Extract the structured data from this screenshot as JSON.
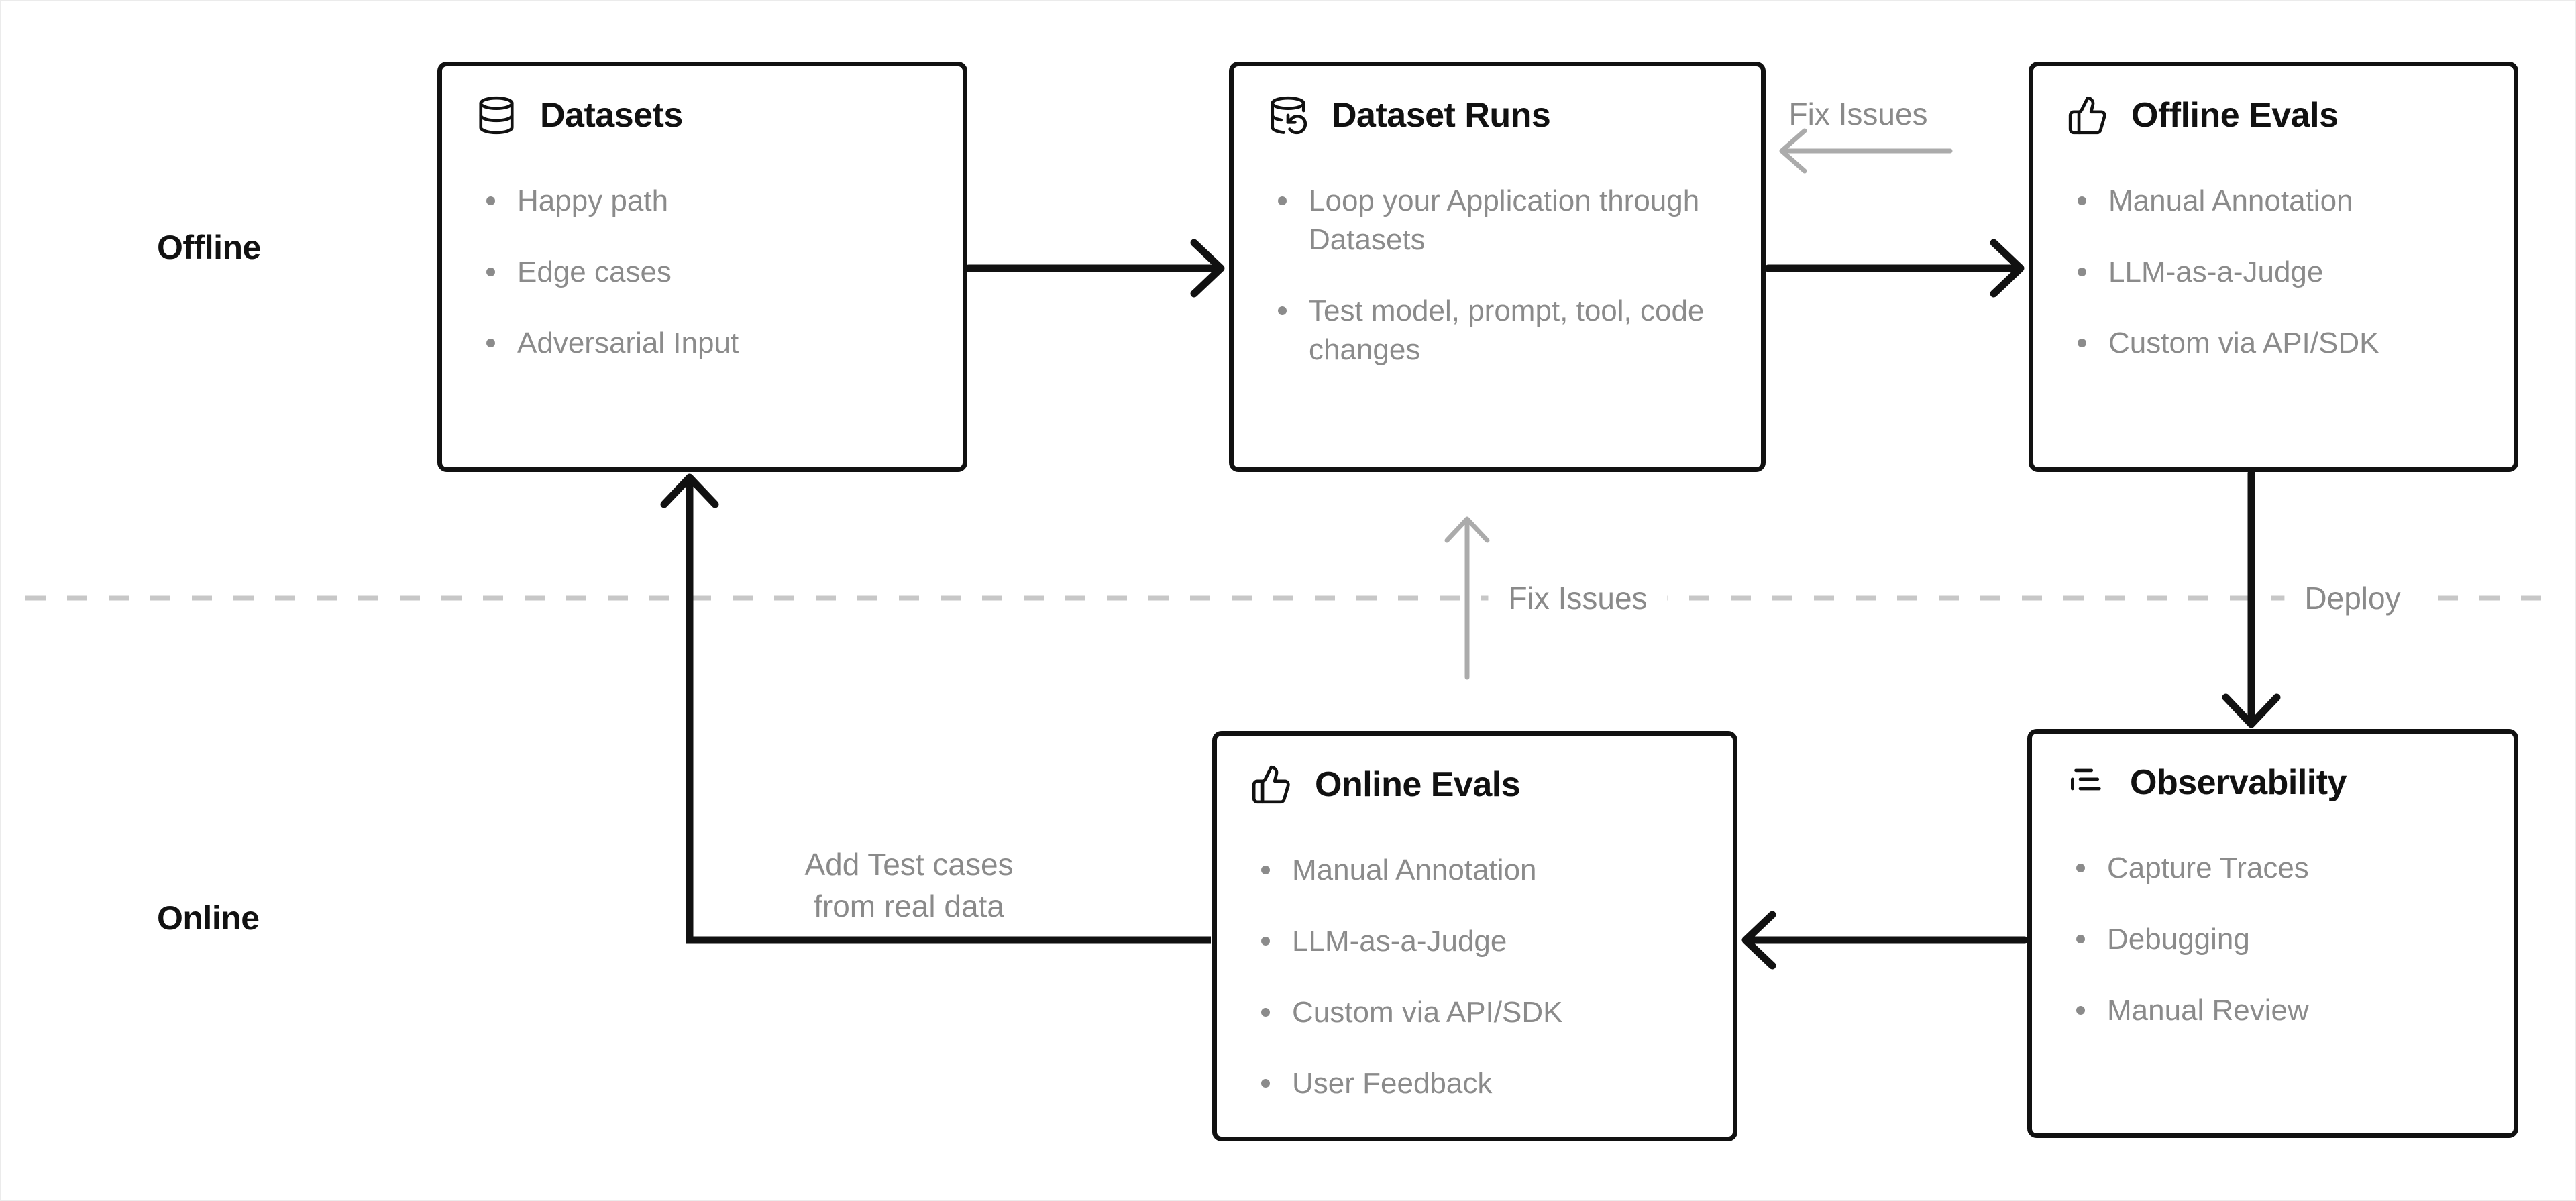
{
  "lanes": {
    "offline_label": "Offline",
    "online_label": "Online"
  },
  "boxes": {
    "datasets": {
      "title": "Datasets",
      "icon": "database-icon",
      "items": [
        "Happy path",
        "Edge cases",
        "Adversarial Input"
      ]
    },
    "dataset_runs": {
      "title": "Dataset Runs",
      "icon": "database-refresh-icon",
      "items": [
        "Loop your Application through Datasets",
        "Test model, prompt, tool, code changes"
      ]
    },
    "offline_evals": {
      "title": "Offline Evals",
      "icon": "thumbs-up-icon",
      "items": [
        "Manual Annotation",
        "LLM-as-a-Judge",
        "Custom via API/SDK"
      ]
    },
    "online_evals": {
      "title": "Online Evals",
      "icon": "thumbs-up-icon",
      "items": [
        "Manual Annotation",
        "LLM-as-a-Judge",
        "Custom via API/SDK",
        "User Feedback"
      ]
    },
    "observability": {
      "title": "Observability",
      "icon": "list-tree-icon",
      "items": [
        "Capture Traces",
        "Debugging",
        "Manual Review"
      ]
    }
  },
  "edge_labels": {
    "fix_issues_top": "Fix Issues",
    "fix_issues_mid": "Fix Issues",
    "deploy": "Deploy",
    "add_test_cases": "Add Test cases\nfrom real data"
  },
  "colors": {
    "ink": "#111111",
    "muted_text": "#8b8b8b",
    "gray_label": "#8a8a8a",
    "gray_arrow": "#ababab",
    "dashed_divider": "#c7c7c7",
    "background": "#ffffff"
  }
}
